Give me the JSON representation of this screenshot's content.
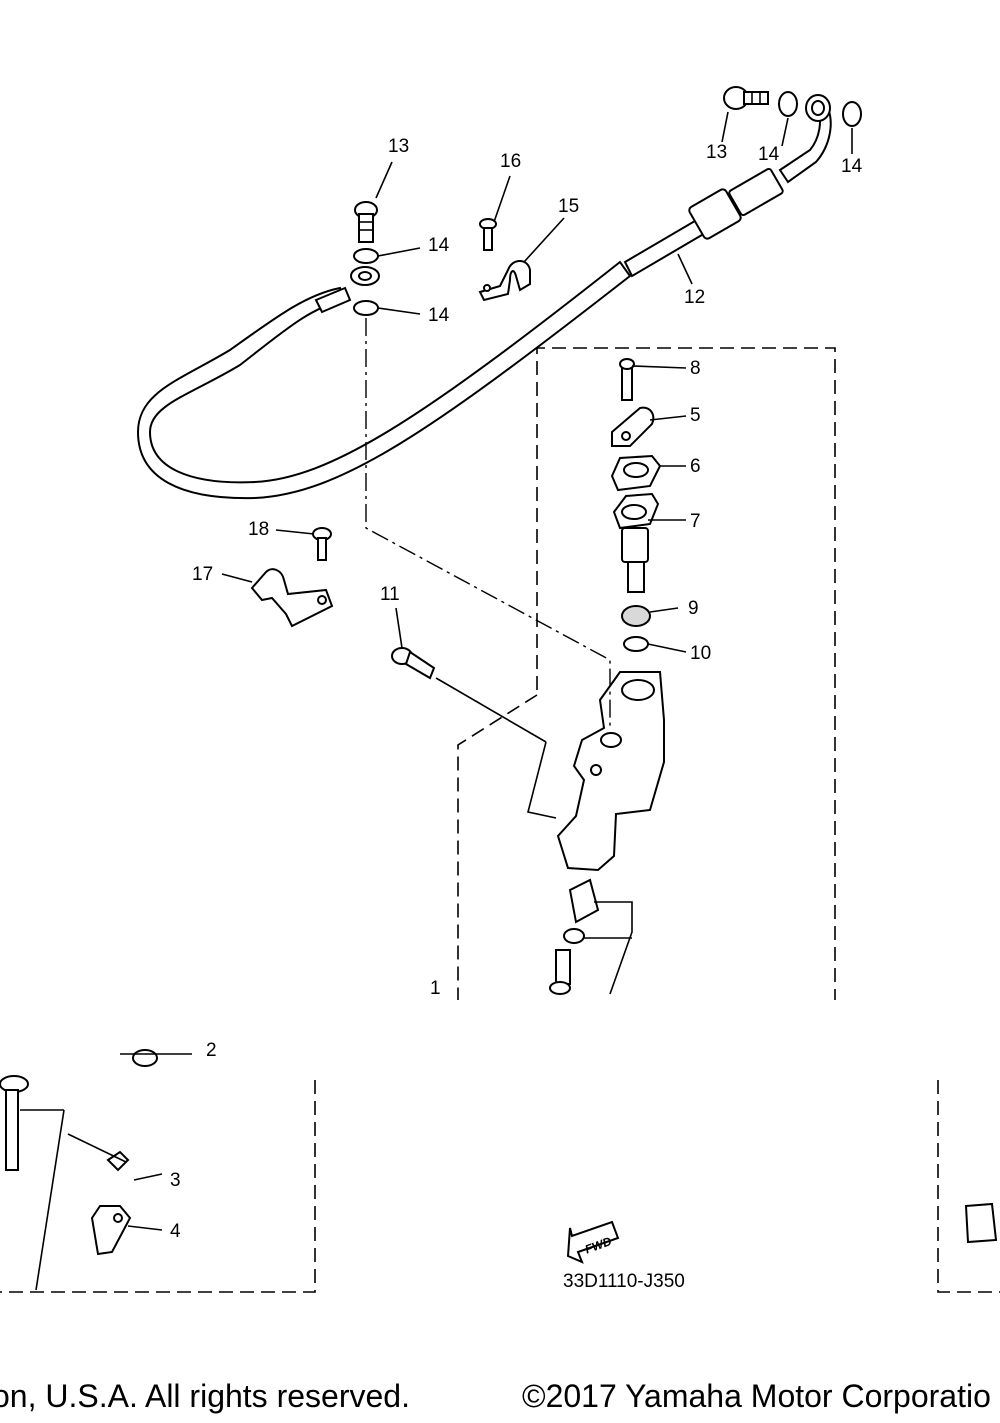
{
  "callouts": {
    "p1": "1",
    "p2": "2",
    "p3": "3",
    "p4": "4",
    "p5": "5",
    "p6": "6",
    "p7": "7",
    "p8": "8",
    "p9": "9",
    "p10": "10",
    "p11": "11",
    "p12": "12",
    "p13a": "13",
    "p13b": "13",
    "p14a": "14",
    "p14b": "14",
    "p14c": "14",
    "p14d": "14",
    "p15": "15",
    "p16": "16",
    "p17": "17",
    "p18": "18"
  },
  "diagram_code": "33D1110-J350",
  "fwd_label": "FWD",
  "footer": {
    "left": "on, U.S.A. All rights reserved.",
    "right": "©2017 Yamaha Motor Corporatio"
  }
}
